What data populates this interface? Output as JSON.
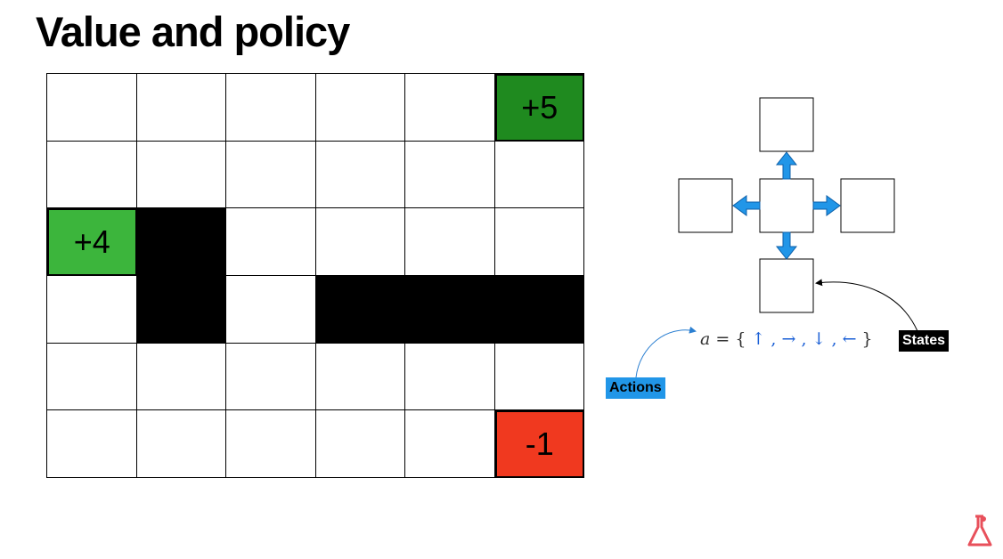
{
  "slide": {
    "title": "Value and policy"
  },
  "grid": {
    "rows": [
      [
        {
          "type": "empty",
          "label": ""
        },
        {
          "type": "empty",
          "label": ""
        },
        {
          "type": "empty",
          "label": ""
        },
        {
          "type": "empty",
          "label": ""
        },
        {
          "type": "empty",
          "label": ""
        },
        {
          "type": "reward-dark",
          "label": "+5"
        }
      ],
      [
        {
          "type": "empty",
          "label": ""
        },
        {
          "type": "empty",
          "label": ""
        },
        {
          "type": "empty",
          "label": ""
        },
        {
          "type": "empty",
          "label": ""
        },
        {
          "type": "empty",
          "label": ""
        },
        {
          "type": "empty",
          "label": ""
        }
      ],
      [
        {
          "type": "reward-light",
          "label": "+4"
        },
        {
          "type": "wall",
          "label": ""
        },
        {
          "type": "empty",
          "label": ""
        },
        {
          "type": "empty",
          "label": ""
        },
        {
          "type": "empty",
          "label": ""
        },
        {
          "type": "empty",
          "label": ""
        }
      ],
      [
        {
          "type": "empty",
          "label": ""
        },
        {
          "type": "wall",
          "label": ""
        },
        {
          "type": "empty",
          "label": ""
        },
        {
          "type": "wall",
          "label": ""
        },
        {
          "type": "wall",
          "label": ""
        },
        {
          "type": "wall",
          "label": ""
        }
      ],
      [
        {
          "type": "empty",
          "label": ""
        },
        {
          "type": "empty",
          "label": ""
        },
        {
          "type": "empty",
          "label": ""
        },
        {
          "type": "empty",
          "label": ""
        },
        {
          "type": "empty",
          "label": ""
        },
        {
          "type": "empty",
          "label": ""
        }
      ],
      [
        {
          "type": "empty",
          "label": ""
        },
        {
          "type": "empty",
          "label": ""
        },
        {
          "type": "empty",
          "label": ""
        },
        {
          "type": "empty",
          "label": ""
        },
        {
          "type": "empty",
          "label": ""
        },
        {
          "type": "penalty",
          "label": "-1"
        }
      ]
    ]
  },
  "colors": {
    "reward_dark": "#1f8a1f",
    "reward_light": "#3cb53c",
    "penalty": "#f0391f",
    "wall": "#000000",
    "arrow": "#2196e8",
    "equation_arrows": "#1a5fd6",
    "logo": "#e8505b"
  },
  "actions_equation": {
    "variable": "a",
    "prefix": " = { ",
    "arrows": "↑ , → , ↓ , ←",
    "suffix": " }"
  },
  "labels": {
    "actions": "Actions",
    "states": "States"
  },
  "icons": [
    "arrow-up-icon",
    "arrow-right-icon",
    "arrow-down-icon",
    "arrow-left-icon",
    "flask-logo-icon"
  ]
}
